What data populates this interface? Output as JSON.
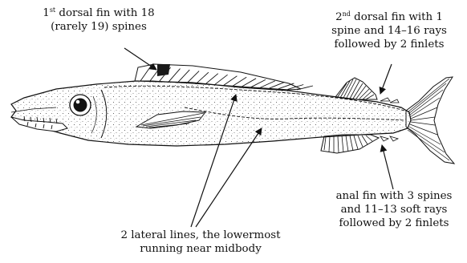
{
  "labels": {
    "dorsal_fin_1": {
      "ordinal_num": "1",
      "ordinal_suffix": "st",
      "line1_rest": " dorsal fin with 18",
      "line2": "(rarely 19) spines"
    },
    "dorsal_fin_2": {
      "ordinal_num": "2",
      "ordinal_suffix": "nd",
      "line1_rest": " dorsal fin with 1",
      "line2": "spine and 14–16 rays",
      "line3": "followed by 2 finlets"
    },
    "anal_fin": {
      "line1": "anal fin with 3 spines",
      "line2": "and 11–13 soft rays",
      "line3": "followed by 2 finlets"
    },
    "lateral_lines": {
      "line1": "2 lateral lines, the lowermost",
      "line2": "running near midbody"
    }
  },
  "colors": {
    "ink": "#111111",
    "background": "#ffffff"
  }
}
